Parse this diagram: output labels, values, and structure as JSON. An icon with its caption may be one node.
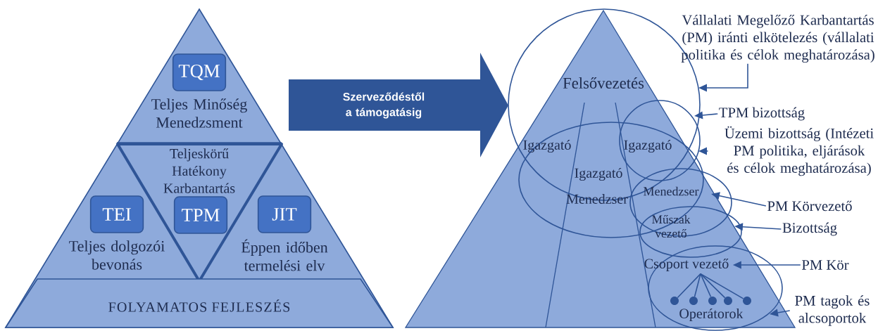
{
  "diagram": {
    "nodes": [
      {
        "text": [
          "TQM"
        ],
        "beside": [
          "Teljes Minőség Menedzsment"
        ]
      },
      {
        "text": [
          "Teljeskörű Hatékony Karbantartás"
        ]
      },
      {
        "text": [
          "TPM"
        ],
        "in": 1
      },
      {
        "text": [
          "TEI"
        ],
        "beside": [
          "Teljes dolgozói bevonás"
        ]
      },
      {
        "text": [
          "JIT"
        ],
        "beside": [
          "Éppen időben termelési elv"
        ]
      },
      {
        "text": [
          "FOLYAMATOS FEJLESZÉS"
        ]
      },
      {
        "text": [
          "Szerveződéstől a támogatásig"
        ]
      },
      {
        "text": [],
        "shape": "circle"
      },
      {
        "text": [],
        "shape": "circle",
        "in": 7
      },
      {
        "text": [],
        "shape": "ellipse"
      },
      {
        "text": [],
        "shape": "ellipse"
      },
      {
        "text": [],
        "shape": "ellipse"
      },
      {
        "text": [],
        "shape": "ellipse"
      },
      {
        "text": [
          "Csoport vezető"
        ],
        "in": 12
      },
      {
        "text": [],
        "shape": "circle",
        "in": 12
      },
      {
        "text": [],
        "shape": "circle",
        "in": 12
      },
      {
        "text": [],
        "shape": "circle",
        "in": 12
      },
      {
        "text": [],
        "shape": "circle",
        "in": 12
      },
      {
        "text": [],
        "shape": "circle",
        "in": 12
      },
      {
        "text": [
          "Vállalati Megelőző Karbantartás (PM) iránti elkötelezés (vállalati politika és célok meghatározása)"
        ]
      },
      {
        "text": [
          "TPM bizottság"
        ]
      },
      {
        "text": [
          "Üzemi bizottság (Intézeti PM politika, eljárások és célok meghatározása)"
        ]
      },
      {
        "text": [
          "PM Körvezető"
        ]
      },
      {
        "text": [
          "Bizottság"
        ]
      },
      {
        "text": [
          "PM Kör"
        ]
      },
      {
        "text": [
          "PM tagok és alcsoportok"
        ]
      }
    ],
    "edges": [
      {
        "from": 19,
        "to": 7,
        "arrow": "to"
      },
      {
        "from": 20,
        "to": 8,
        "arrow": "to"
      },
      {
        "from": 21,
        "to": 9,
        "arrow": "to"
      },
      {
        "from": 22,
        "to": 10,
        "arrow": "to"
      },
      {
        "from": 23,
        "to": 11,
        "arrow": "to"
      },
      {
        "from": 24,
        "to": 13,
        "arrow": "to"
      },
      {
        "from": 25,
        "to": 12,
        "arrow": "to"
      },
      {
        "from": 13,
        "to": 14,
        "arrow": "none"
      },
      {
        "from": 13,
        "to": 15,
        "arrow": "none"
      },
      {
        "from": 13,
        "to": 16,
        "arrow": "none"
      },
      {
        "from": 13,
        "to": 17,
        "arrow": "none"
      },
      {
        "from": 13,
        "to": 18,
        "arrow": "none"
      }
    ],
    "labels": [
      "Felsővezetés",
      "Igazgató",
      "Igazgató",
      "Igazgató",
      "Menedzser",
      "Menedzser",
      "Műszak vezető",
      "Operátorok"
    ]
  }
}
